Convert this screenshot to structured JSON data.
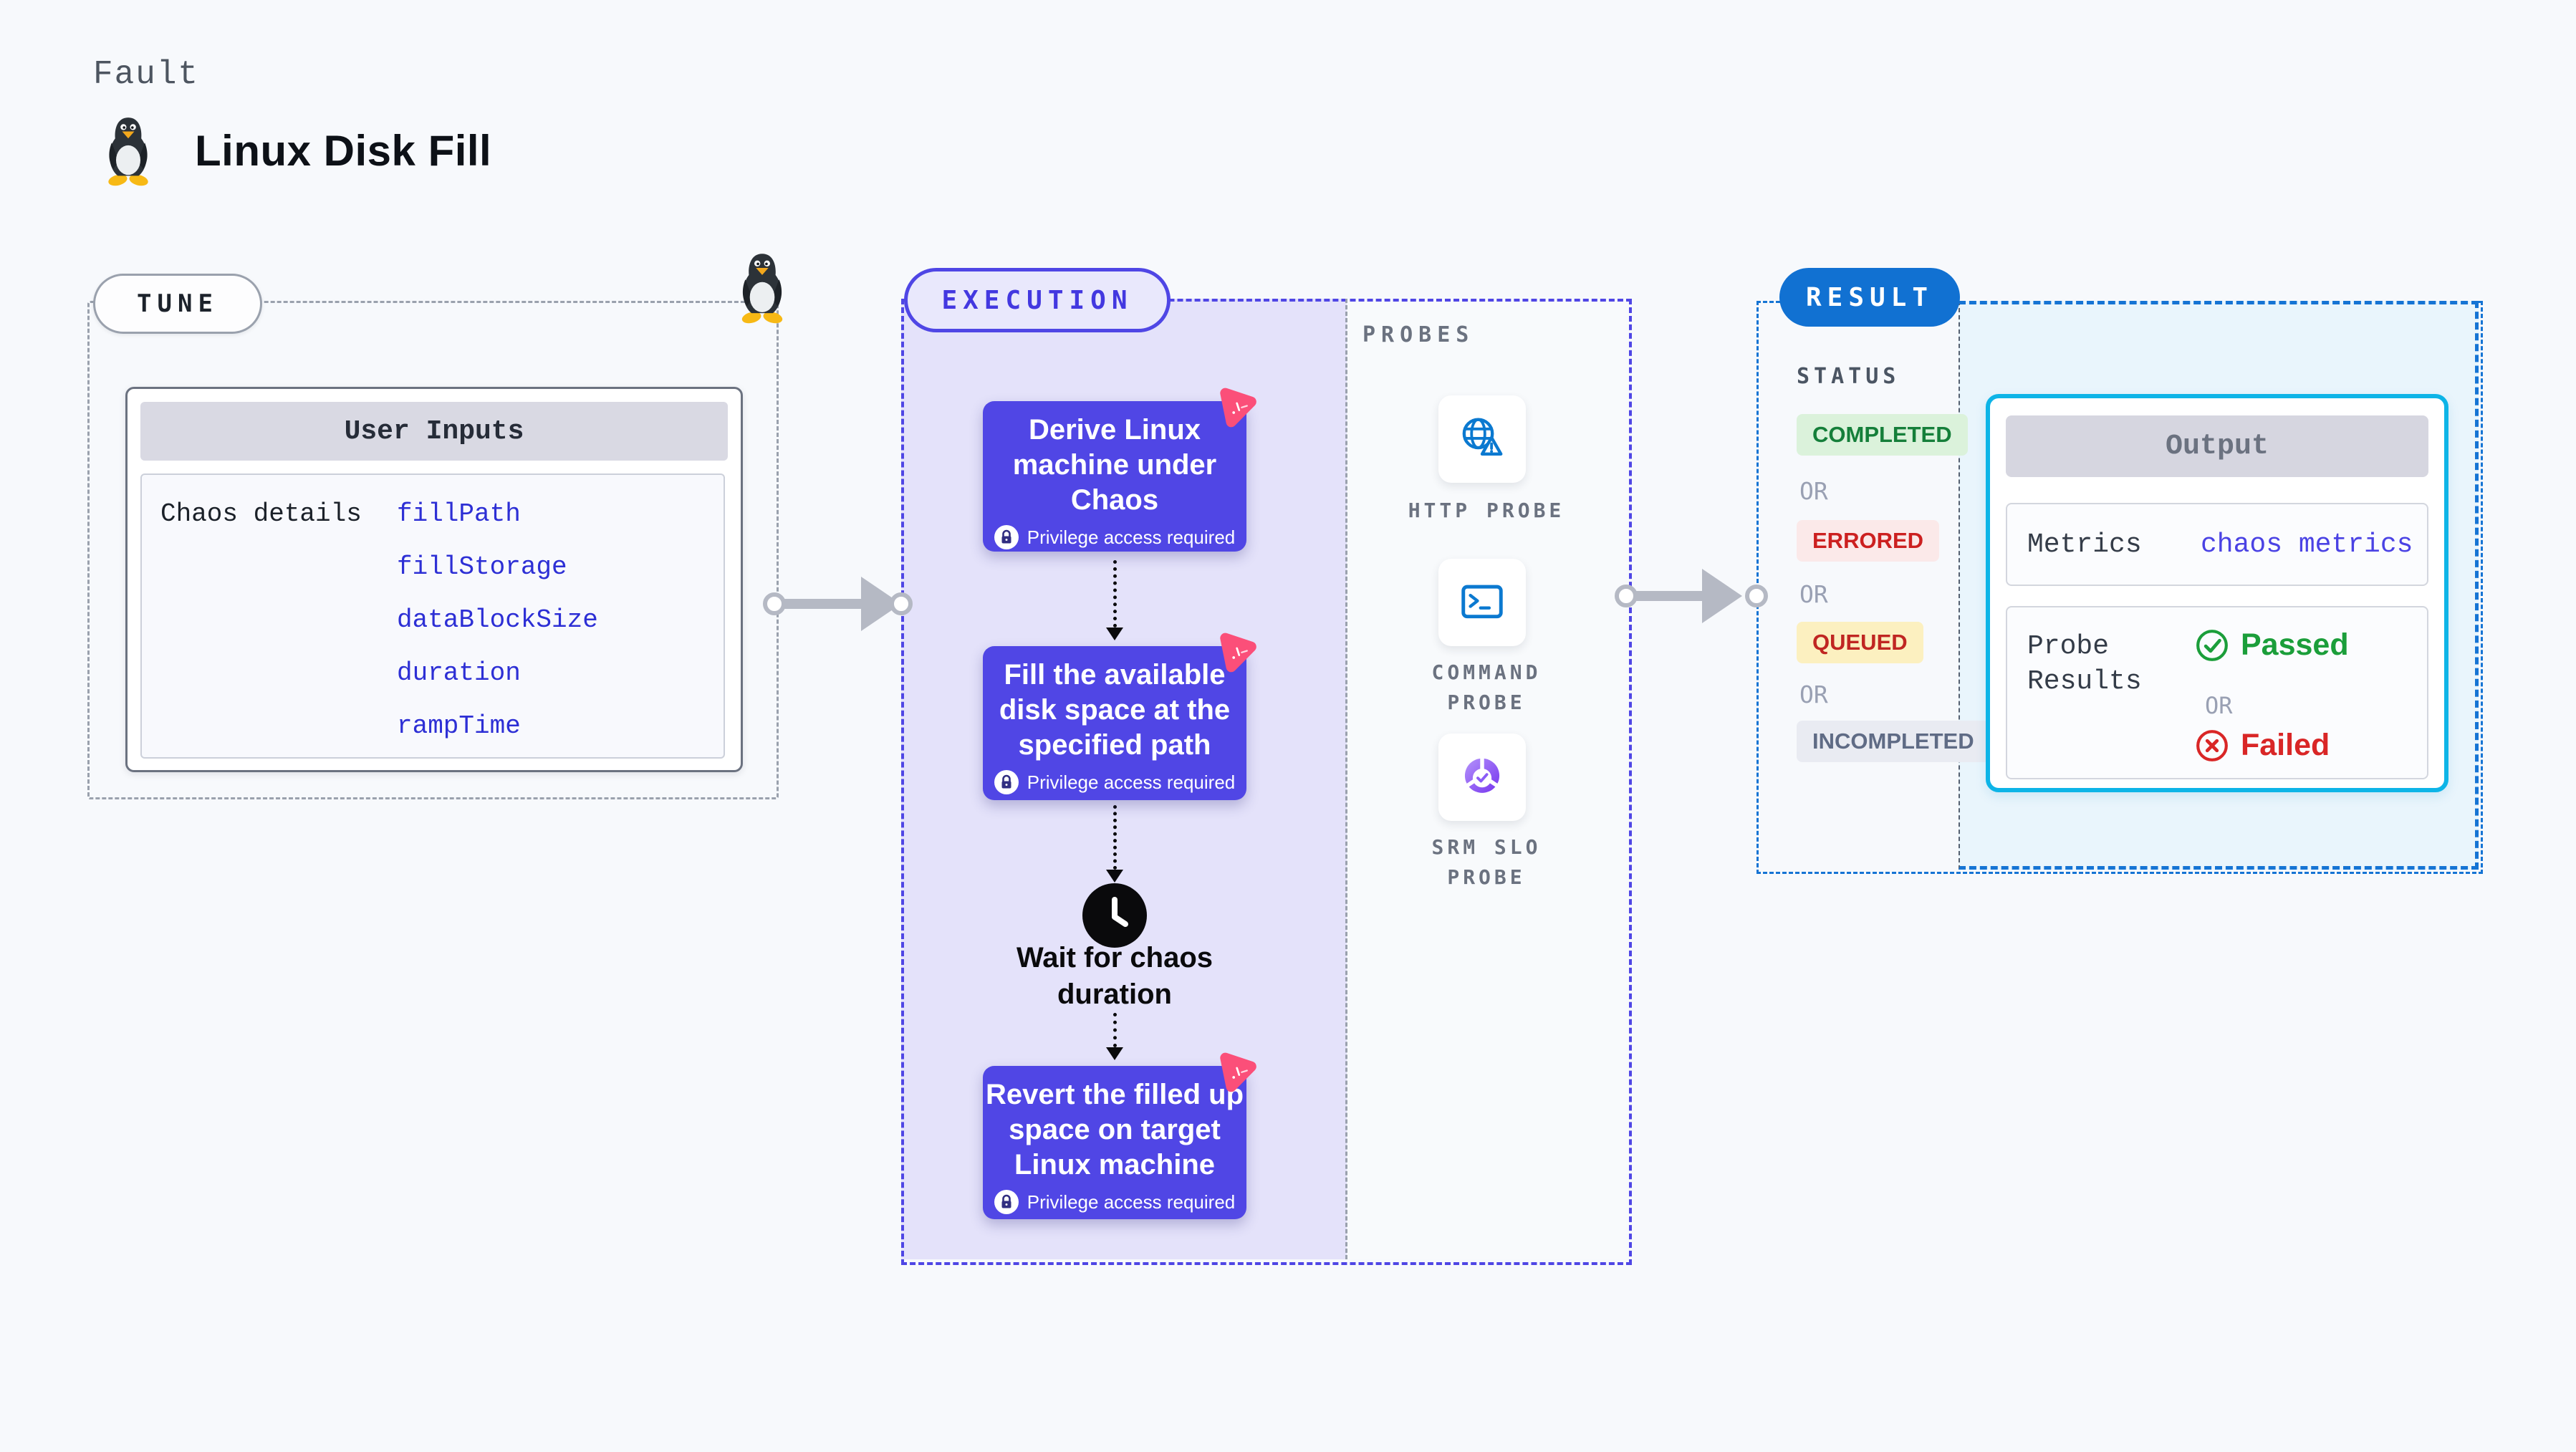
{
  "header": {
    "eyebrow": "Fault",
    "title": "Linux Disk Fill"
  },
  "tune": {
    "label": "TUNE",
    "card_title": "User Inputs",
    "row_label": "Chaos details",
    "inputs": [
      "fillPath",
      "fillStorage",
      "dataBlockSize",
      "duration",
      "rampTime"
    ]
  },
  "execution": {
    "label": "EXECUTION",
    "privilege_note": "Privilege access required",
    "wait_label": "Wait for chaos\nduration",
    "steps": [
      {
        "title": "Derive Linux\nmachine under\nChaos"
      },
      {
        "title": "Fill the available\ndisk space at the\nspecified path"
      },
      {
        "title": "Revert the filled up\nspace on target\nLinux machine"
      }
    ]
  },
  "probes": {
    "label": "PROBES",
    "items": [
      {
        "name": "HTTP PROBE"
      },
      {
        "name": "COMMAND PROBE"
      },
      {
        "name": "SRM SLO PROBE"
      }
    ]
  },
  "result": {
    "label": "RESULT",
    "status_label": "STATUS",
    "or": "OR",
    "statuses": [
      {
        "label": "COMPLETED"
      },
      {
        "label": "ERRORED"
      },
      {
        "label": "QUEUED"
      },
      {
        "label": "INCOMPLETED"
      }
    ],
    "output": {
      "title": "Output",
      "metrics_label": "Metrics",
      "metrics_value": "chaos metrics",
      "probe_results_label": "Probe Results",
      "passed_label": "Passed",
      "or": "OR",
      "failed_label": "Failed"
    }
  },
  "colors": {
    "accent_indigo": "#4f46e5",
    "step_card": "#5046e5",
    "lavender": "#e4e2fa",
    "chaos_pink": "#fb4f79",
    "result_blue": "#1171d2",
    "output_border_cyan": "#0db4e7",
    "result_bg_cyan": "#e9f5fc",
    "probe_icon_blue": "#0b79d0",
    "link_blue": "#2d2fd5",
    "status_completed": "#157f3a",
    "status_errored": "#cc2020",
    "status_queued": "#c02622",
    "status_incompleted": "#5f6b85",
    "passed_green": "#1b9e3a",
    "failed_red": "#d92626"
  }
}
